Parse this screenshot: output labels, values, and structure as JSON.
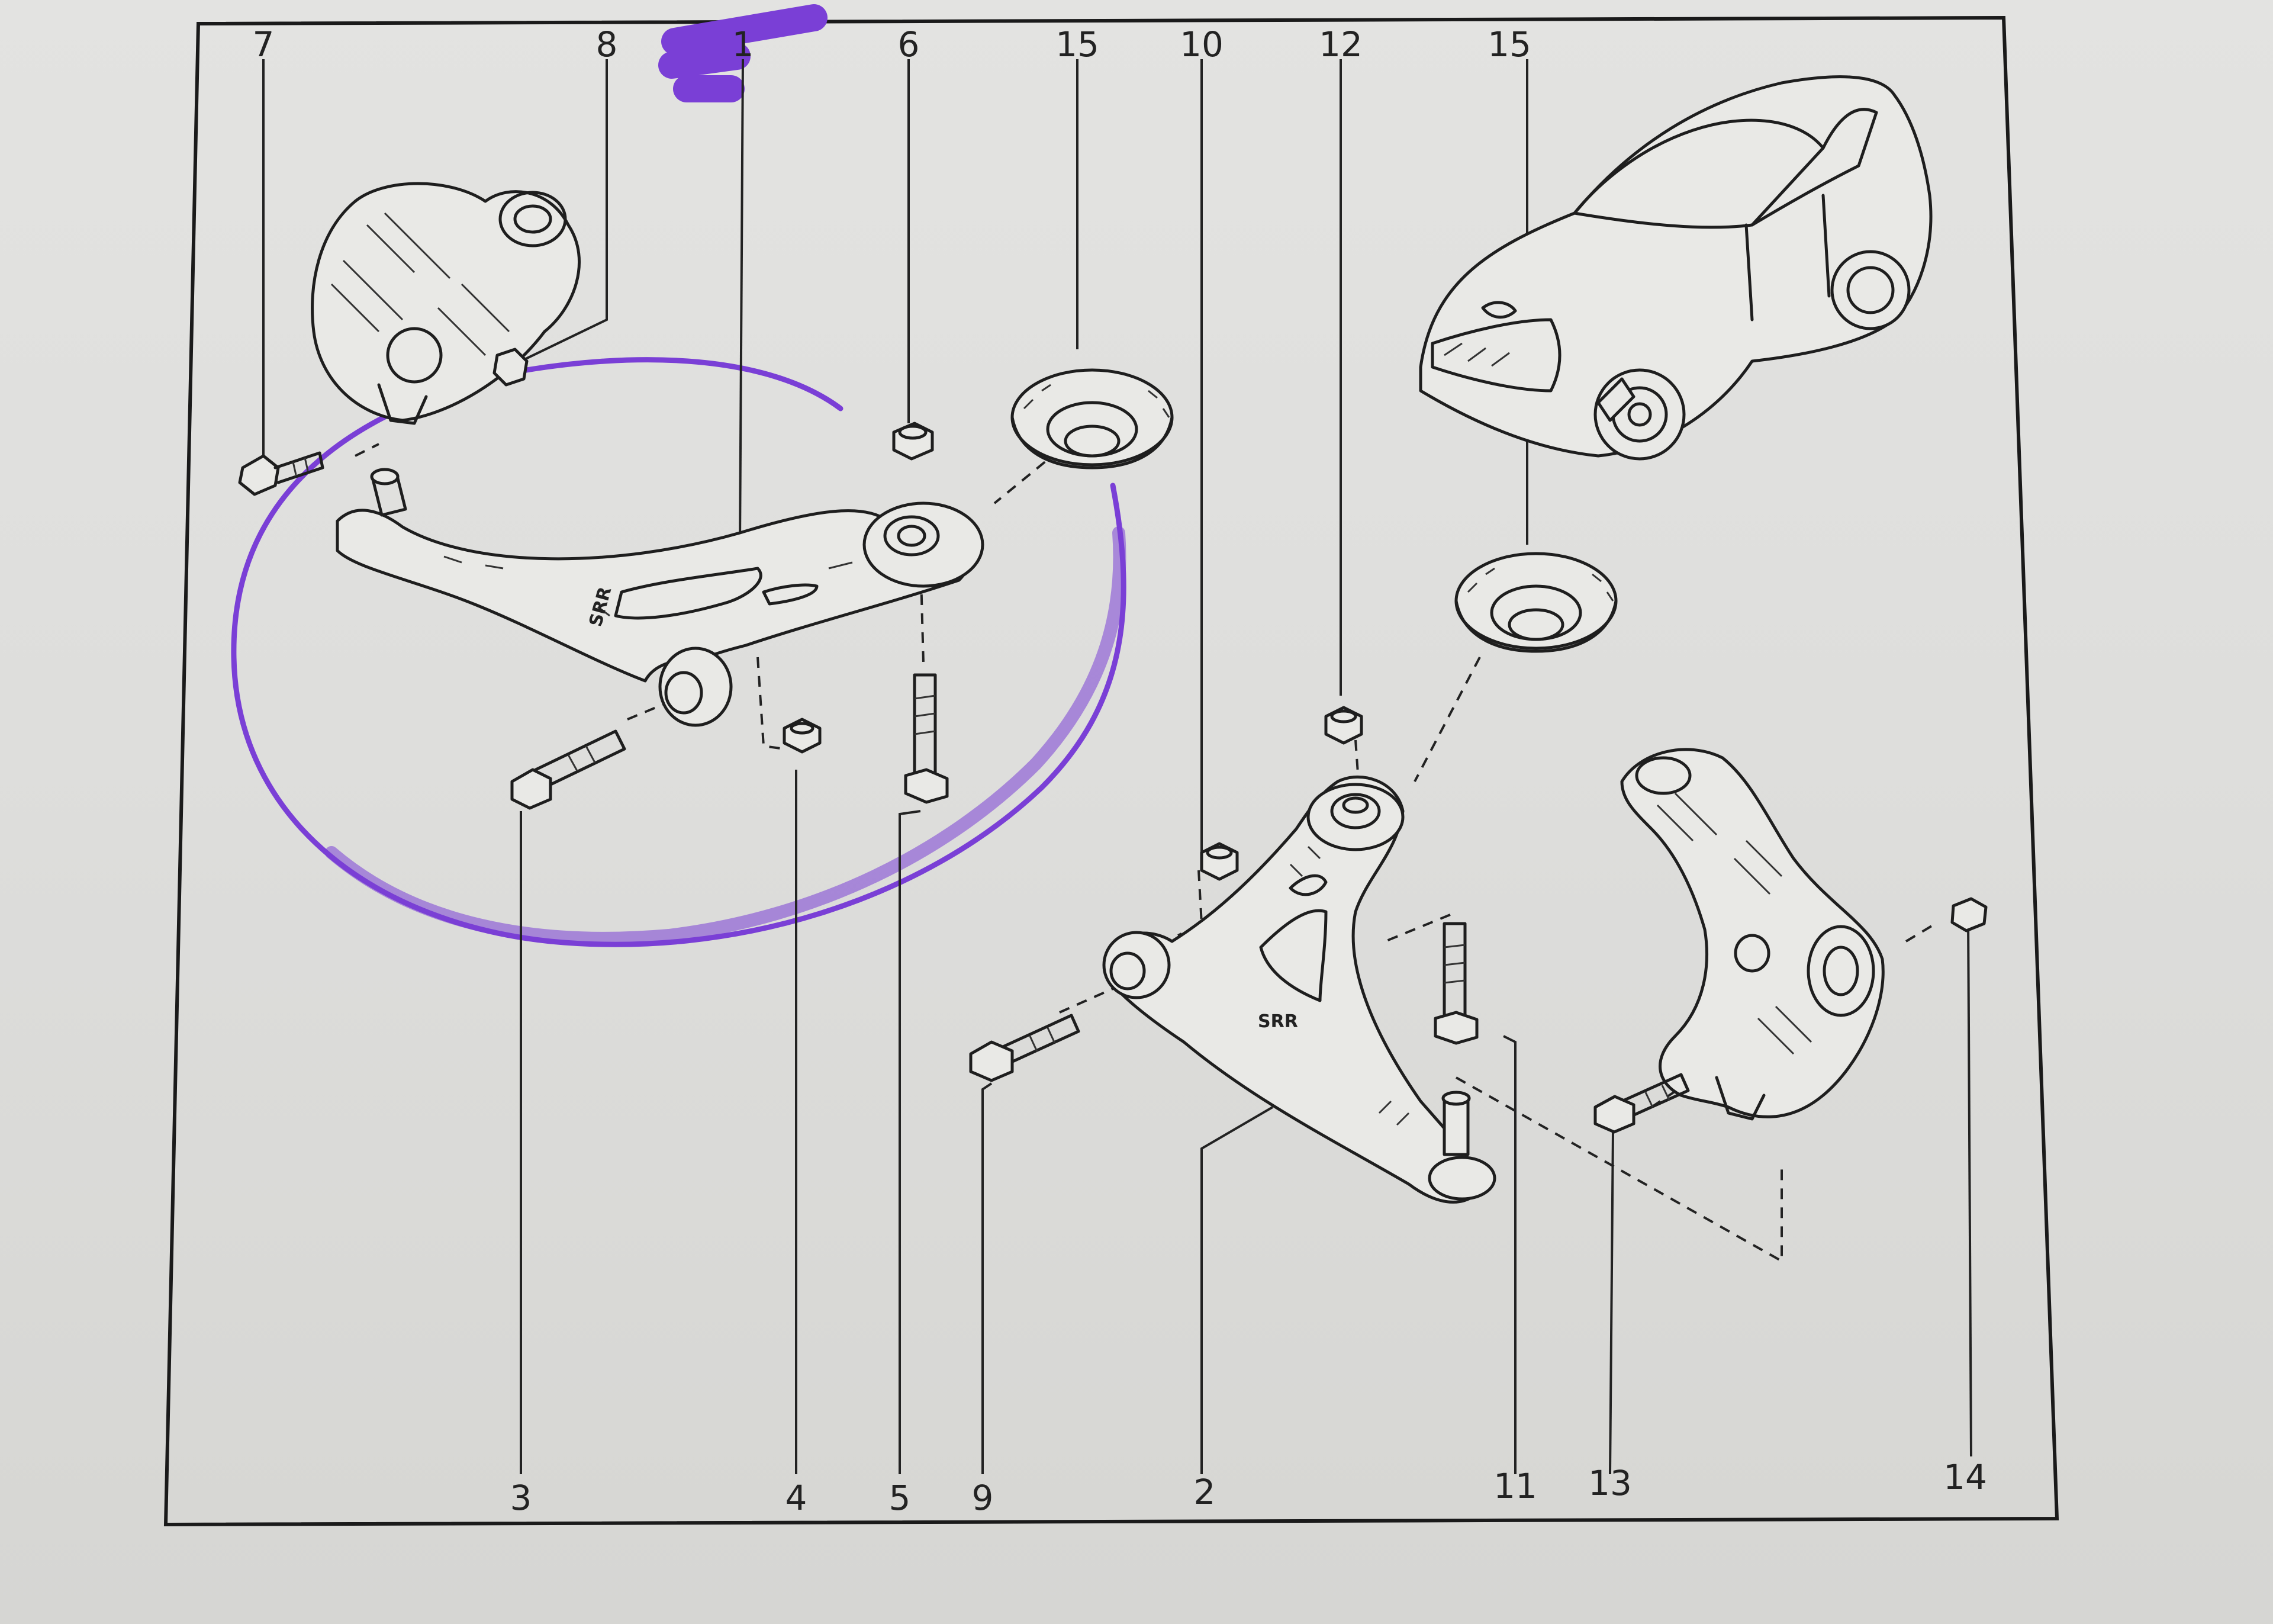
{
  "diagram": {
    "callouts": [
      {
        "id": "c7",
        "label": "7"
      },
      {
        "id": "c8",
        "label": "8"
      },
      {
        "id": "c1",
        "label": "1"
      },
      {
        "id": "c6",
        "label": "6"
      },
      {
        "id": "c15a",
        "label": "15"
      },
      {
        "id": "c10",
        "label": "10"
      },
      {
        "id": "c12",
        "label": "12"
      },
      {
        "id": "c15b",
        "label": "15"
      },
      {
        "id": "c3",
        "label": "3"
      },
      {
        "id": "c4",
        "label": "4"
      },
      {
        "id": "c5",
        "label": "5"
      },
      {
        "id": "c9",
        "label": "9"
      },
      {
        "id": "c2",
        "label": "2"
      },
      {
        "id": "c11",
        "label": "11"
      },
      {
        "id": "c13",
        "label": "13"
      },
      {
        "id": "c14",
        "label": "14"
      }
    ],
    "marker_color": "#7a3fd6",
    "line_color": "#1e1e1e",
    "paper_color": "#e3e3e1"
  }
}
